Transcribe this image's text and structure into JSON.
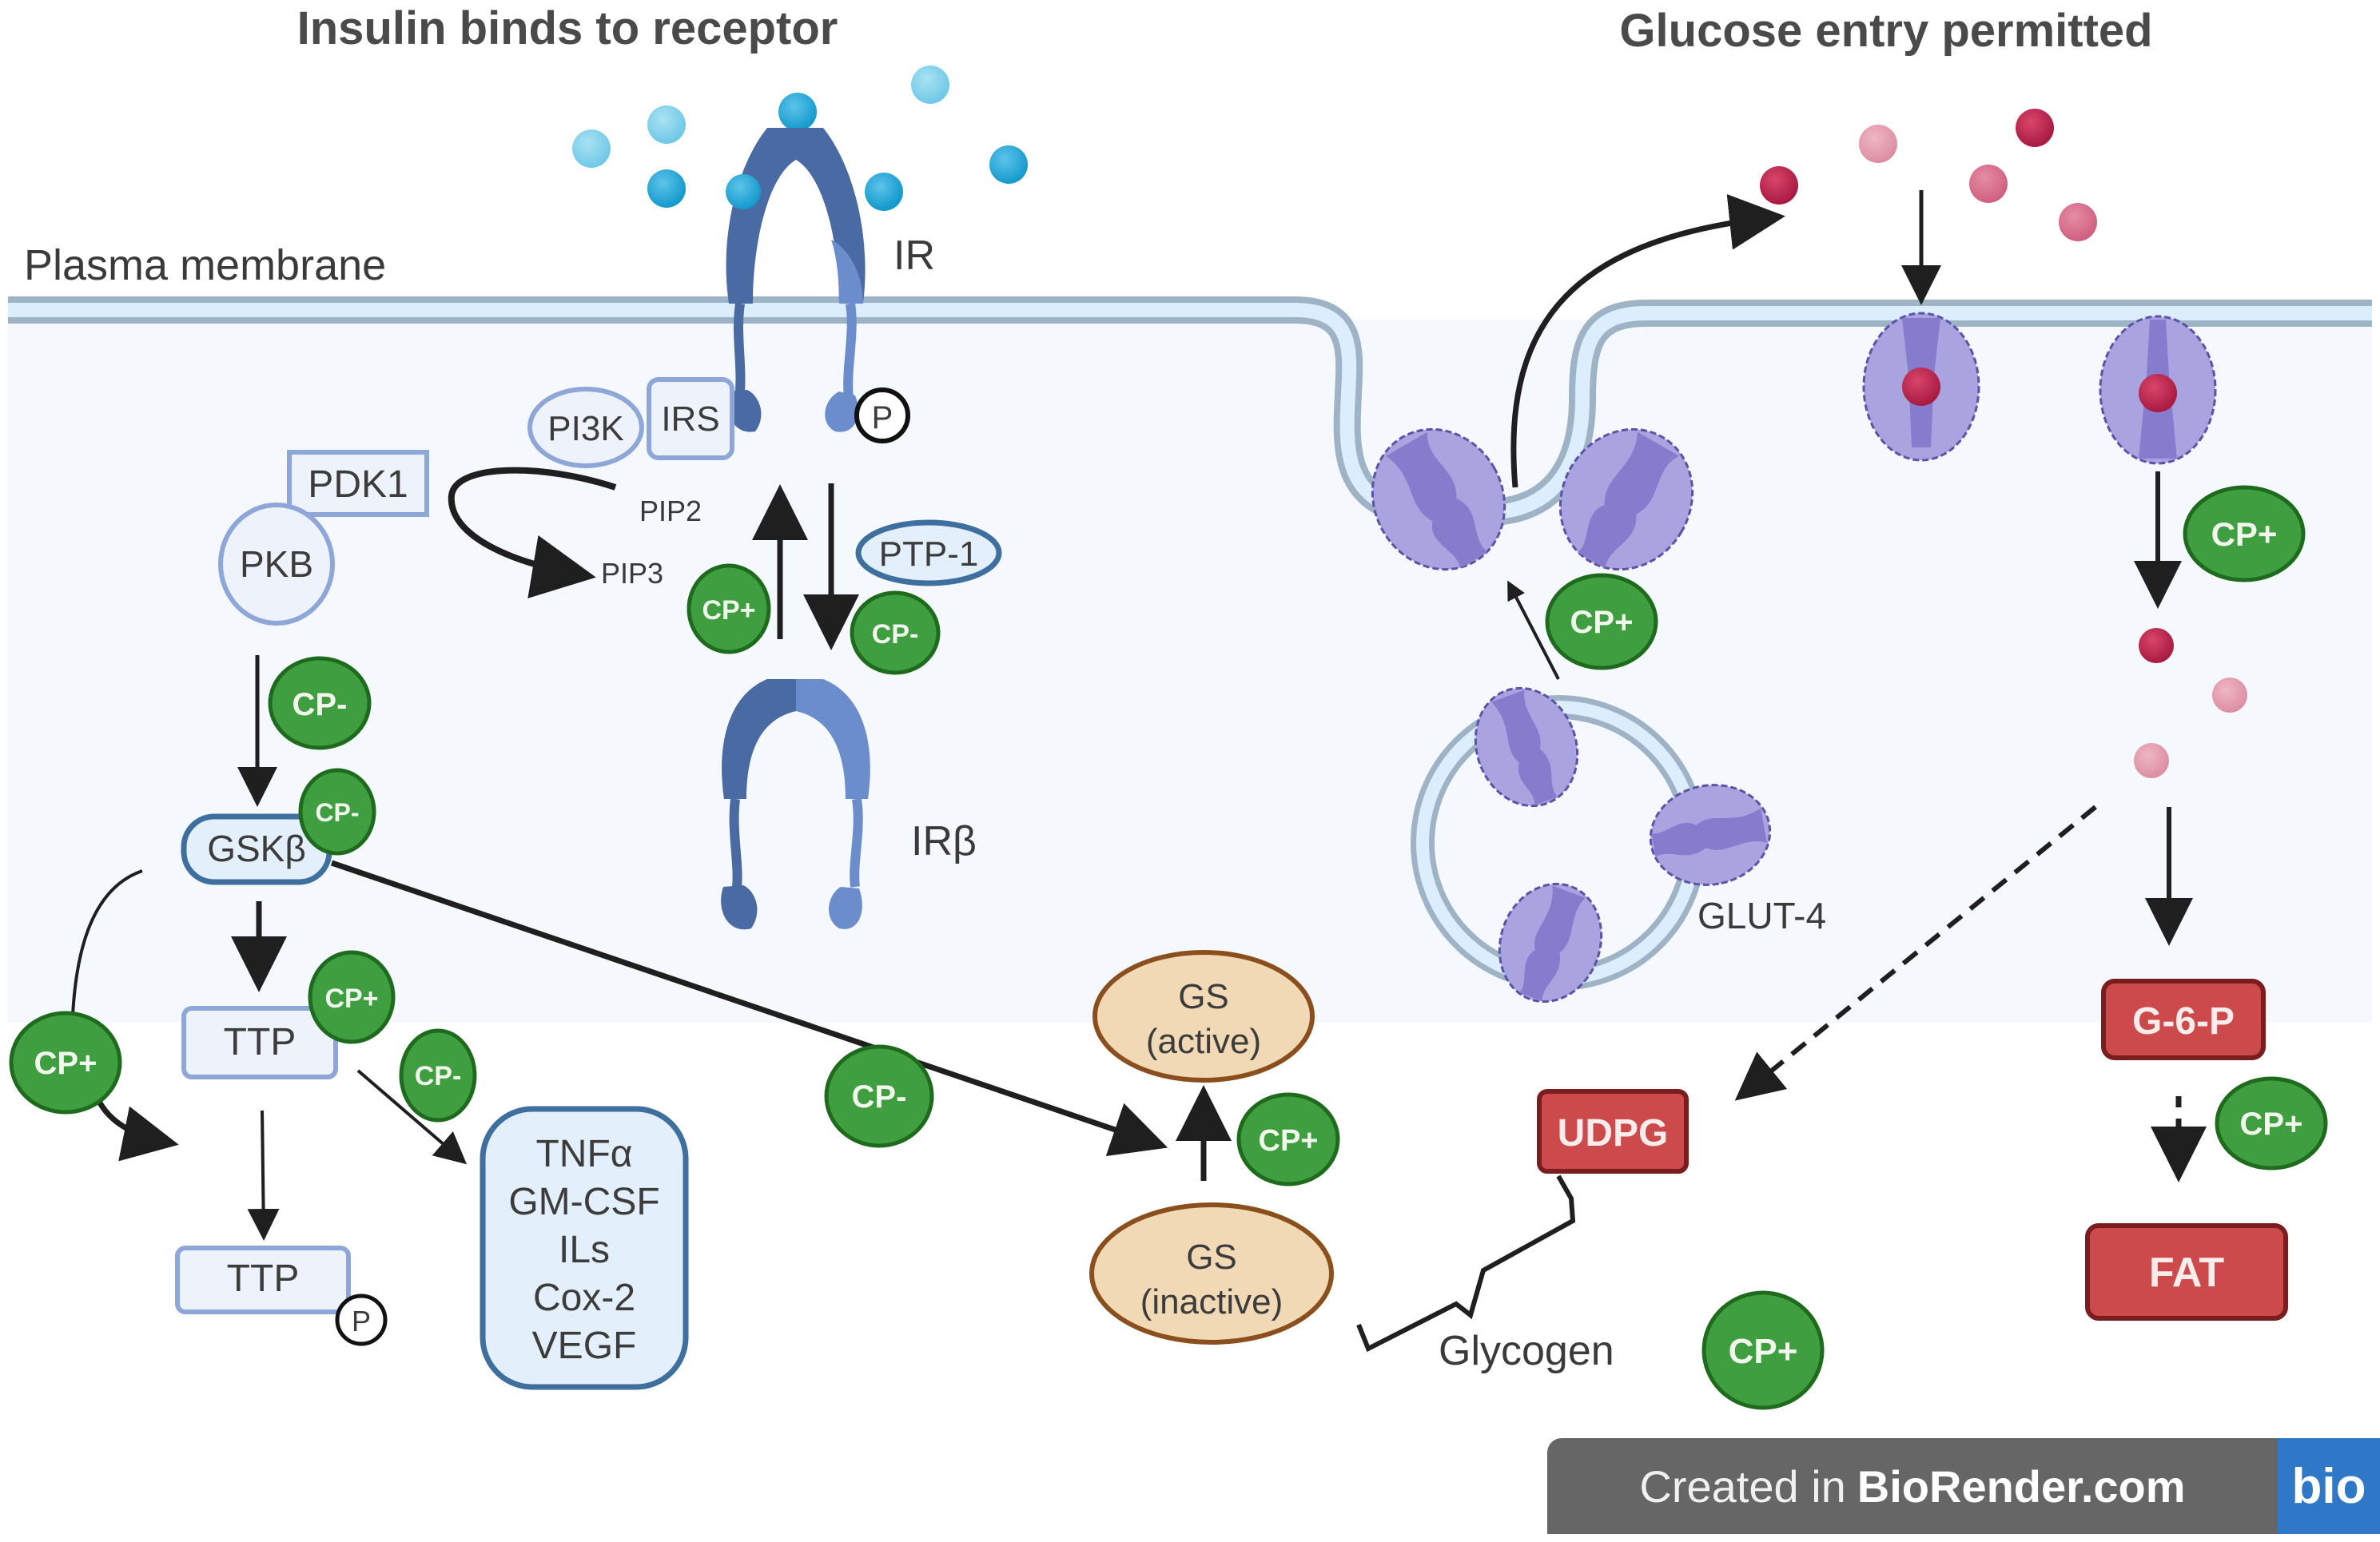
{
  "titles": {
    "left": "Insulin binds to receptor",
    "right": "Glucose entry permitted"
  },
  "labels": {
    "plasma_membrane": "Plasma membrane",
    "ir": "IR",
    "ir_beta": "IRβ",
    "glut4": "GLUT-4",
    "glycogen": "Glycogen",
    "pip2": "PIP2",
    "pip3": "PIP3",
    "phospho": "P"
  },
  "nodes": {
    "pi3k": "PI3K",
    "irs": "IRS",
    "pdk1": "PDK1",
    "pkb": "PKB",
    "ptp1": "PTP-1",
    "gsk": "GSKβ",
    "ttp1": "TTP",
    "ttp2": "TTP",
    "cytokines": [
      "TNFα",
      "GM-CSF",
      "ILs",
      "Cox-2",
      "VEGF"
    ],
    "gs_active": [
      "GS",
      "(active)"
    ],
    "gs_inactive": [
      "GS",
      "(inactive)"
    ],
    "udpg": "UDPG",
    "g6p": "G-6-P",
    "fat": "FAT"
  },
  "cp_badges": {
    "pip3": "CP+",
    "ptp1": "CP-",
    "pkb_gsk": "CP-",
    "gsk": "CP-",
    "ttp": "CP+",
    "ttp_cytokines": "CP-",
    "left_loop": "CP+",
    "gsk_gs": "CP-",
    "gs": "CP+",
    "glut_translocation": "CP+",
    "glucose_entry": "CP+",
    "g6p_fat": "CP+",
    "glycogen": "CP+"
  },
  "colors": {
    "cp_green": "#3f9e3f",
    "cp_border": "#1e6b1e",
    "receptor_dark": "#4a6aa3",
    "receptor_light": "#6c8dcc",
    "insulin_blue": "#1aa3d6",
    "insulin_light": "#7fd0ea",
    "glucose_dark": "#b9214a",
    "glucose_light": "#e39aae",
    "glut_fill": "#a9a3e0",
    "glut_core": "#857cce",
    "membrane_fill": "#dceefb",
    "membrane_edge": "#9fb3c6",
    "cytoplasm": "#f5f9fd",
    "red_box": "#cc4a4c",
    "gs_fill": "#f1d9b6",
    "gs_border": "#8b4f1d"
  },
  "watermark": {
    "prefix": "Created in",
    "brand": "BioRender.com",
    "logo": "bio"
  }
}
